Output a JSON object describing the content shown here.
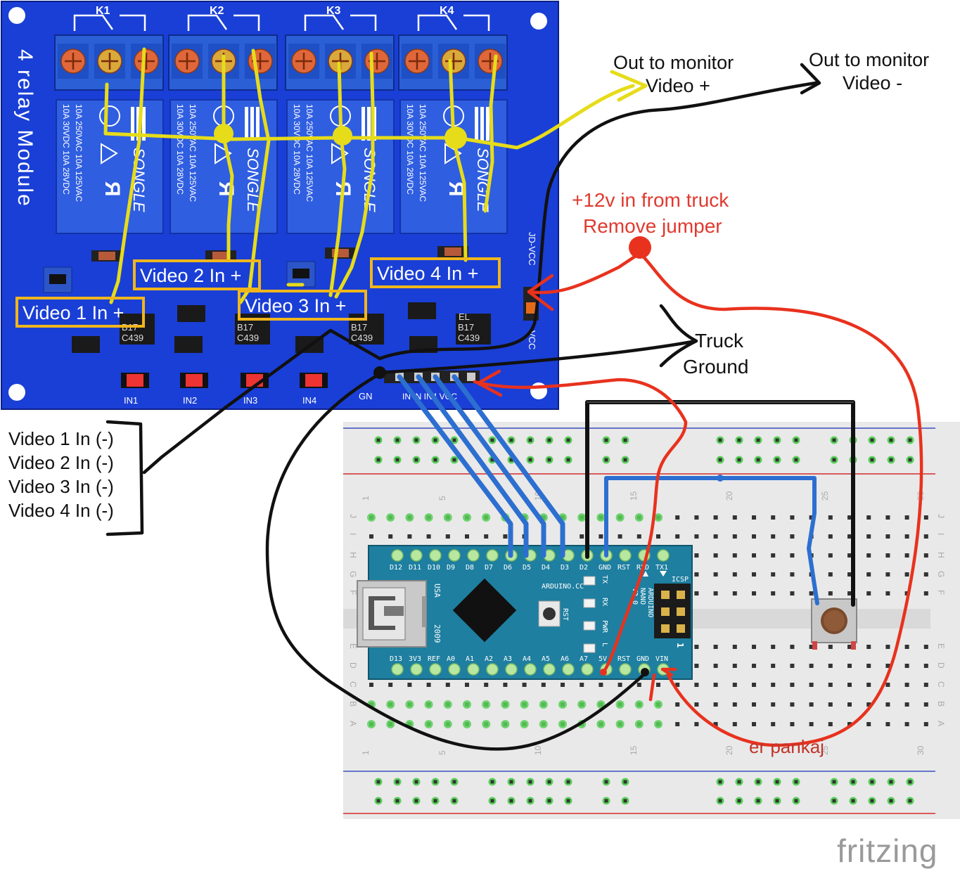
{
  "relay_module": {
    "title": "4 relay Module",
    "relays": [
      {
        "name": "K1",
        "brand": "SONGLE",
        "rating1": "10A 250VAC  10A 125VAC",
        "rating2": "10A 30VDC   10A 28VDC"
      },
      {
        "name": "K2",
        "brand": "SONGLE",
        "rating1": "10A 250VAC  10A 125VAC",
        "rating2": "10A 30VDC   10A 28VDC"
      },
      {
        "name": "K3",
        "brand": "SONGLE",
        "rating1": "10A 250VAC  10A 125VAC",
        "rating2": "10A 30VDC   10A 28VDC"
      },
      {
        "name": "K4",
        "brand": "SONGLE",
        "rating1": "10A 250VAC  10A 125VAC",
        "rating2": "10A 30VDC   10A 28VDC"
      }
    ],
    "inputs": [
      "IN1",
      "IN2",
      "IN3",
      "IN4"
    ],
    "vcc": "VCC",
    "jdvcc": "JD-VCC",
    "chip_labels": [
      "B17",
      "C439",
      "EL"
    ]
  },
  "labels": {
    "video_in": [
      "Video 1 In +",
      "Video 2 In +",
      "Video 3 In +",
      "Video 4 In +"
    ],
    "out_video_plus": [
      "Out to monitor",
      "Video +"
    ],
    "out_video_minus": [
      "Out to monitor",
      "Video -"
    ],
    "power_in": [
      "+12v in from truck",
      "Remove jumper"
    ],
    "truck_ground": [
      "Truck",
      "Ground"
    ],
    "video_minus": [
      "Video 1 In (-)",
      "Video 2 In (-)",
      "Video 3 In (-)",
      "Video 4 In (-)"
    ],
    "author": "er pankaj",
    "watermark": "fritzing"
  },
  "arduino": {
    "brand": "ARDUINO.CC",
    "model": [
      "ARDUINO",
      "NANO",
      "V3.0"
    ],
    "top_pins": [
      "D12",
      "D11",
      "D10",
      "D9",
      "D8",
      "D7",
      "D6",
      "D5",
      "D4",
      "D3",
      "D2",
      "GND",
      "RST",
      "RXD",
      "TX1"
    ],
    "bottom_pins": [
      "D13",
      "3V3",
      "REF",
      "A0",
      "A1",
      "A2",
      "A3",
      "A4",
      "A5",
      "A6",
      "A7",
      "5V",
      "RST",
      "GND",
      "VIN"
    ],
    "leds": [
      "TX",
      "RX",
      "PWR",
      "L"
    ],
    "icsp": "ICSP",
    "usa": "USA",
    "year": "2009",
    "rst": "RST",
    "one": "1"
  },
  "breadboard": {
    "rows_top": [
      "J",
      "I",
      "H",
      "G",
      "F"
    ],
    "rows_bottom": [
      "E",
      "D",
      "C",
      "B",
      "A"
    ],
    "col_numbers": [
      "1",
      "5",
      "10",
      "15",
      "20",
      "25",
      "30"
    ]
  },
  "colors": {
    "board_blue": "#1a3fd6",
    "wire_yellow": "#e6dc1a",
    "wire_red": "#e8321e",
    "wire_black": "#111111",
    "wire_blue": "#2d6fd0",
    "label_border": "#f0b61c",
    "nano_teal": "#1e7fa0"
  }
}
